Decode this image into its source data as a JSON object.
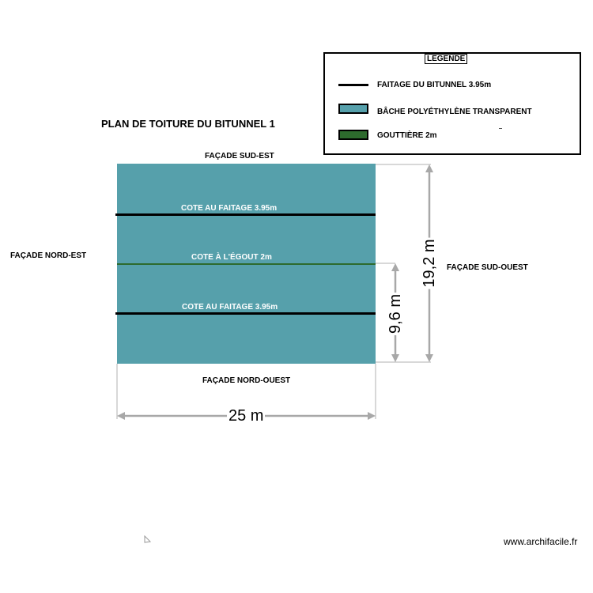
{
  "title": "PLAN DE TOITURE DU BITUNNEL 1",
  "legend": {
    "title": "LEGENDE",
    "items": [
      {
        "label": "FAITAGE DU BITUNNEL 3.95m",
        "kind": "line",
        "color": "#000000"
      },
      {
        "label": "BÂCHE POLYÉTHYLÈNE TRANSPARENT",
        "kind": "swatch",
        "color": "#56a0ab"
      },
      {
        "label": "GOUTTIÈRE 2m",
        "kind": "swatch",
        "color": "#2d6a2d"
      }
    ]
  },
  "facades": {
    "north_east": "FAÇADE NORD-EST",
    "south_east": "FAÇADE SUD-EST",
    "south_west": "FAÇADE SUD-OUEST",
    "north_west": "FAÇADE NORD-OUEST"
  },
  "roof": {
    "color": "#56a0ab",
    "ridge_top_label": "COTE AU FAITAGE 3.95m",
    "gutter_label": "COTE À L'ÉGOUT 2m",
    "ridge_bottom_label": "COTE AU FAITAGE 3.95m"
  },
  "dimensions": {
    "width": "25 m",
    "full_height": "19,2 m",
    "half_height": "9,6 m"
  },
  "watermark": "www.archifacile.fr"
}
